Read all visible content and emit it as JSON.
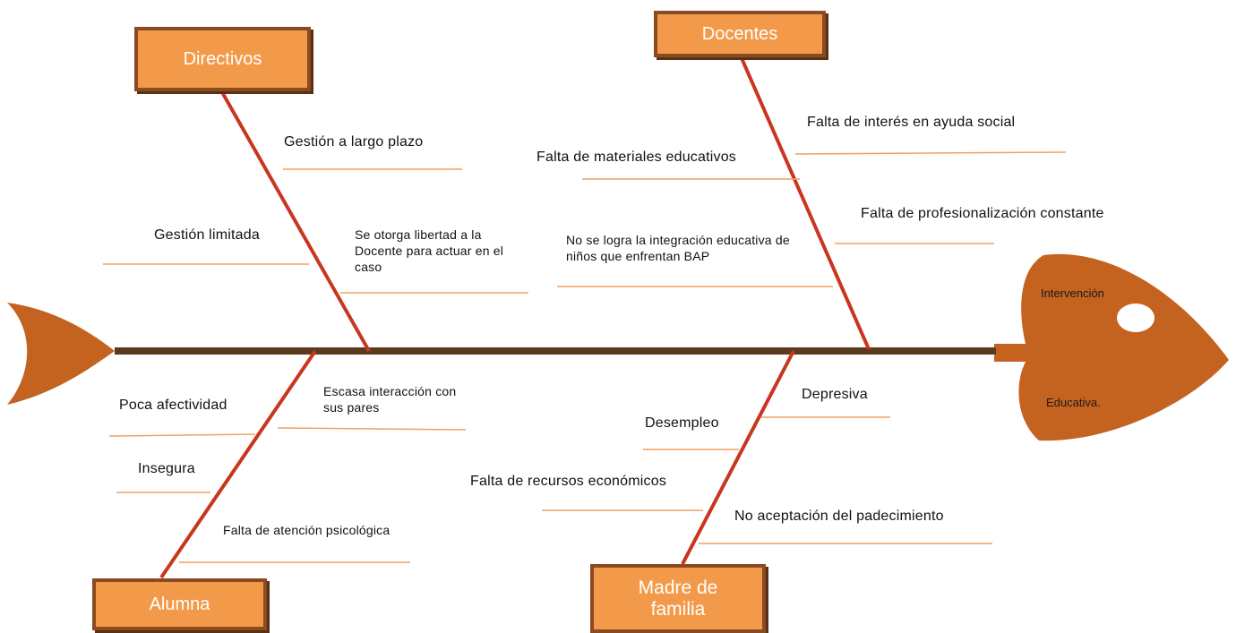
{
  "effect": {
    "line1": "Intervención",
    "line2": "Educativa."
  },
  "categories": {
    "directivos": "Directivos",
    "docentes": "Docentes",
    "alumna": "Alumna",
    "madre": "Madre de familia"
  },
  "causes": {
    "directivos": [
      "Gestión a largo plazo",
      "Gestión limitada",
      "Se otorga libertad a la Docente para actuar en el caso"
    ],
    "docentes": [
      "Falta de interés en ayuda social",
      "Falta de materiales educativos",
      "Falta de profesionalización constante",
      "No se logra la integración educativa de niños que enfrentan BAP"
    ],
    "alumna": [
      "Poca afectividad",
      "Escasa interacción con sus pares",
      "Insegura",
      "Falta de atención psicológica"
    ],
    "madre": [
      "Depresiva",
      "Desempleo",
      "Falta de recursos económicos",
      "No aceptación del padecimiento"
    ]
  },
  "colors": {
    "fish": "#c4631f",
    "spine": "#5b3a1e",
    "bone": "#c8361f",
    "underline": "#f0a060",
    "box_fill": "#f39a4a",
    "box_border": "#8a4a22"
  }
}
